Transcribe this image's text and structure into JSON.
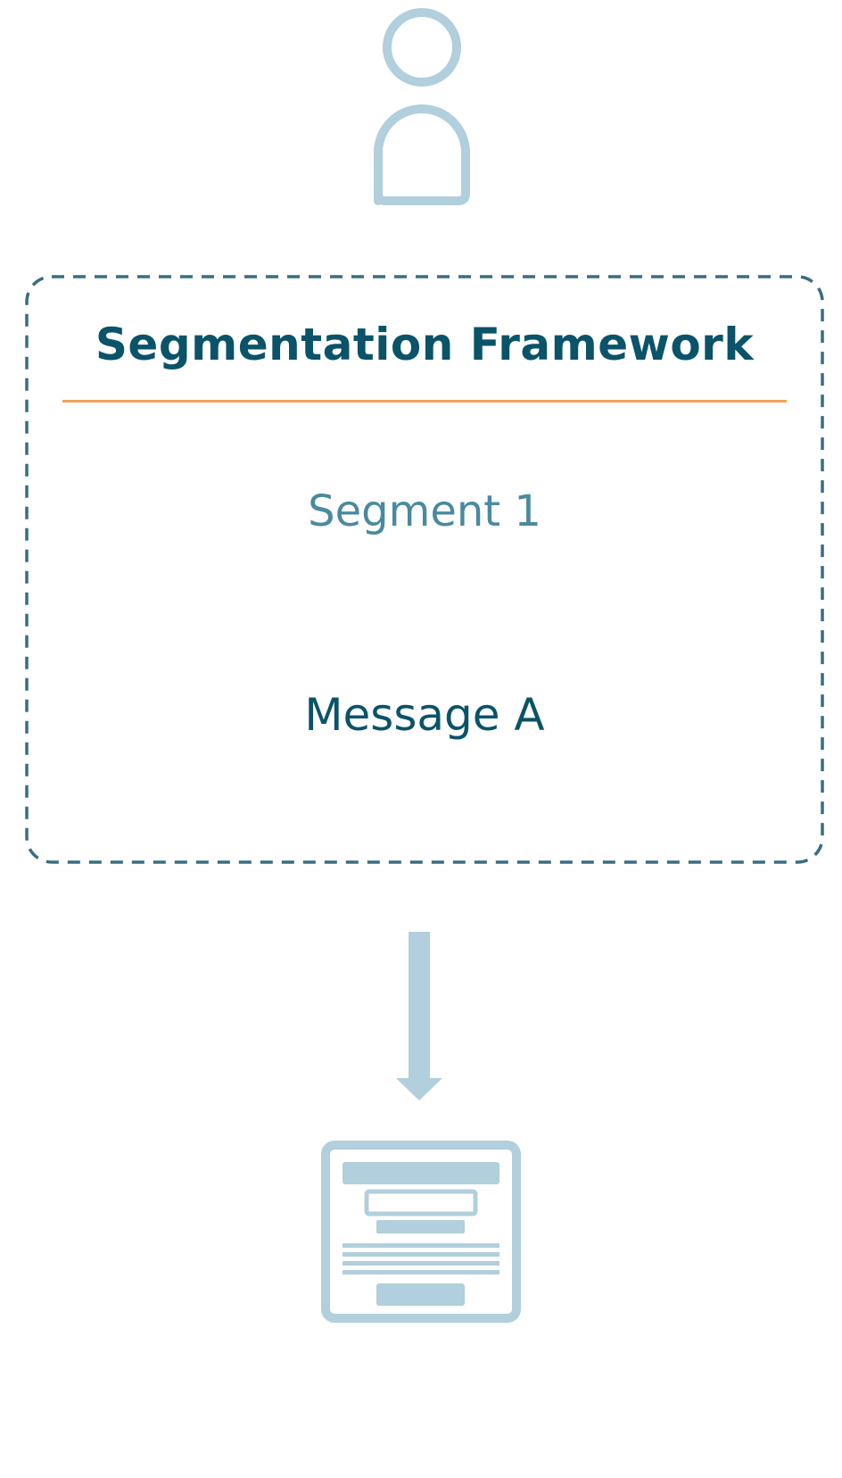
{
  "colors": {
    "icon_light_blue": "#b1cfdc",
    "dark_teal": "#0a5368",
    "medium_teal": "#4a8aa0",
    "dashed_border": "#3a6d80",
    "accent_orange": "#f1a35a",
    "background": "#ffffff"
  },
  "icons": {
    "top": "person-icon",
    "connector": "arrow-down-icon",
    "bottom": "webpage-icon"
  },
  "framework": {
    "title": "Segmentation Framework",
    "segment_label": "Segment 1",
    "message_label": "Message A"
  }
}
